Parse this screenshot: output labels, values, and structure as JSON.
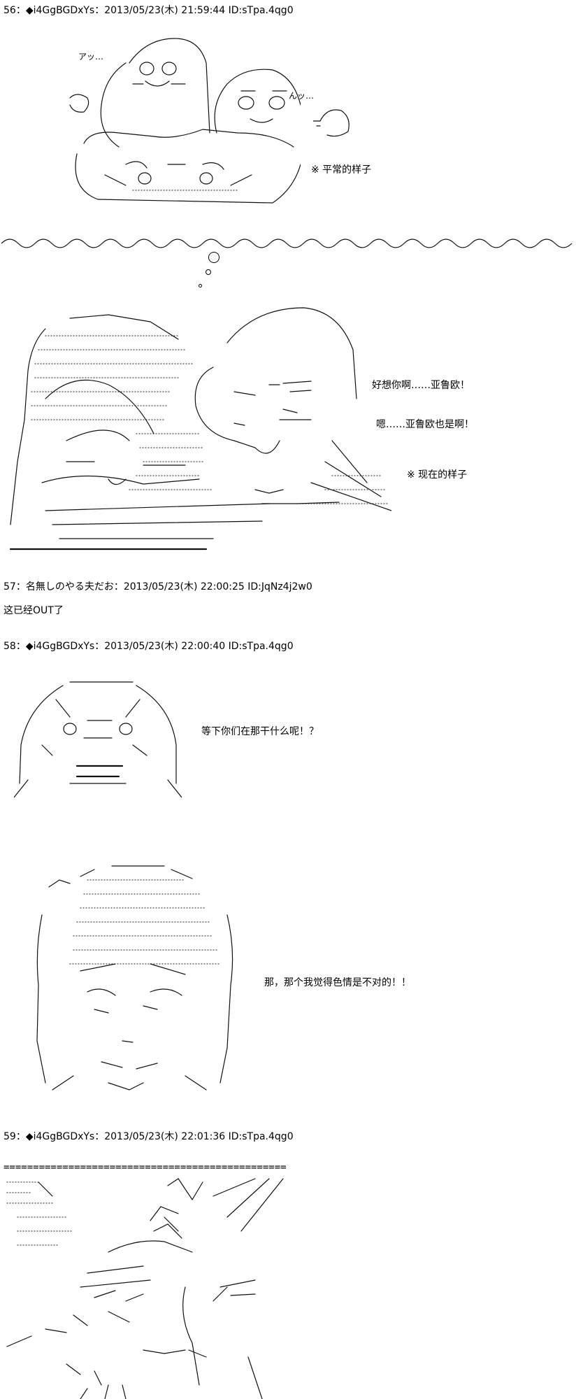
{
  "posts": [
    {
      "header": "56：◆i4GgBGDxYs：2013/05/23(木) 21:59:44 ID:sTpa.4qg0"
    },
    {
      "header": "57：名無しのやる夫だお：2013/05/23(木) 22:00:25 ID:JqNz4j2w0",
      "body": "这已经OUT了"
    },
    {
      "header": "58：◆i4GgBGDxYs：2013/05/23(木) 22:00:40 ID:sTpa.4qg0"
    },
    {
      "header": "59：◆i4GgBGDxYs：2013/05/23(木) 22:01:36 ID:sTpa.4qg0"
    }
  ],
  "art1": {
    "sfx_left": "アッ…",
    "sfx_right": "んッ…",
    "note": "※  平常的样子"
  },
  "art2": {
    "line1": "好想你啊……亚鲁欧！",
    "line2": "嗯……亚鲁欧也是啊！",
    "note": "※  现在的样子"
  },
  "art3": {
    "line": "等下你们在那干什么呢！？"
  },
  "art4": {
    "line": "那，那个我觉得色情是不对的！！"
  },
  "separator": "================================================"
}
